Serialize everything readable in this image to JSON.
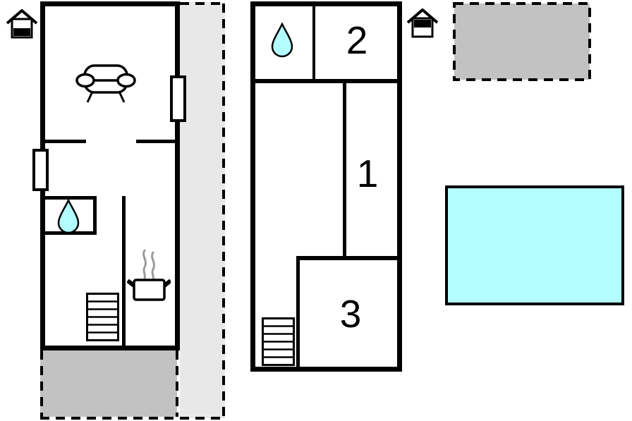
{
  "title": "holiday-home-floor-plan",
  "colors": {
    "wall": "#000000",
    "water": "#b2feff",
    "terrace": "#c2c2c2",
    "patio": "#e8e8e8",
    "steam": "#9a9a9a",
    "background": "#ffffff"
  },
  "ground_floor": {
    "indicator": {
      "icon": "house-ground-floor-icon",
      "filled_half": "bottom"
    },
    "fixtures": [
      "sofa",
      "window",
      "window",
      "shower-drop",
      "stairs",
      "cooker"
    ]
  },
  "first_floor": {
    "indicator": {
      "icon": "house-first-floor-icon",
      "filled_half": "top"
    },
    "rooms": [
      {
        "label": "1"
      },
      {
        "label": "2"
      },
      {
        "label": "3"
      }
    ],
    "fixtures": [
      "shower-drop",
      "stairs"
    ]
  },
  "outdoor": {
    "areas": [
      {
        "name": "terrace-top-right",
        "style": "dashed",
        "color_key": "terrace"
      },
      {
        "name": "patio-strip",
        "style": "dashed",
        "color_key": "patio"
      },
      {
        "name": "terrace-bottom-left",
        "style": "dashed",
        "color_key": "terrace"
      },
      {
        "name": "pool",
        "style": "solid",
        "color_key": "water"
      }
    ]
  }
}
